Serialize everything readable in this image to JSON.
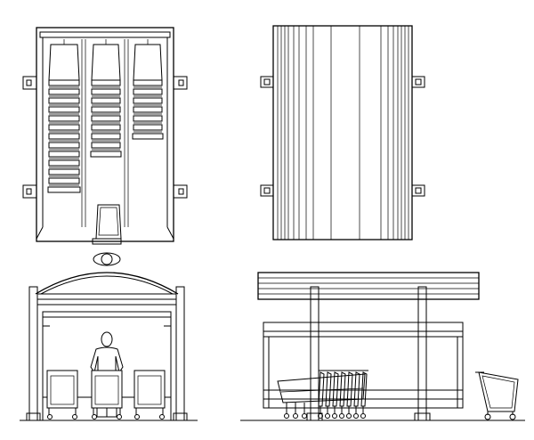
{
  "views": [
    {
      "id": "plan-interior",
      "kind": "top plan with carts"
    },
    {
      "id": "plan-roof",
      "kind": "roof plan"
    },
    {
      "id": "front-elevation",
      "kind": "front elevation with person"
    },
    {
      "id": "side-elevation",
      "kind": "side elevation with carts"
    }
  ],
  "colors": {
    "line": "#000000",
    "background": "#ffffff"
  },
  "counts": {
    "plan_cart_stacks": 3,
    "front_carts": 3,
    "side_nested_carts": 7
  }
}
